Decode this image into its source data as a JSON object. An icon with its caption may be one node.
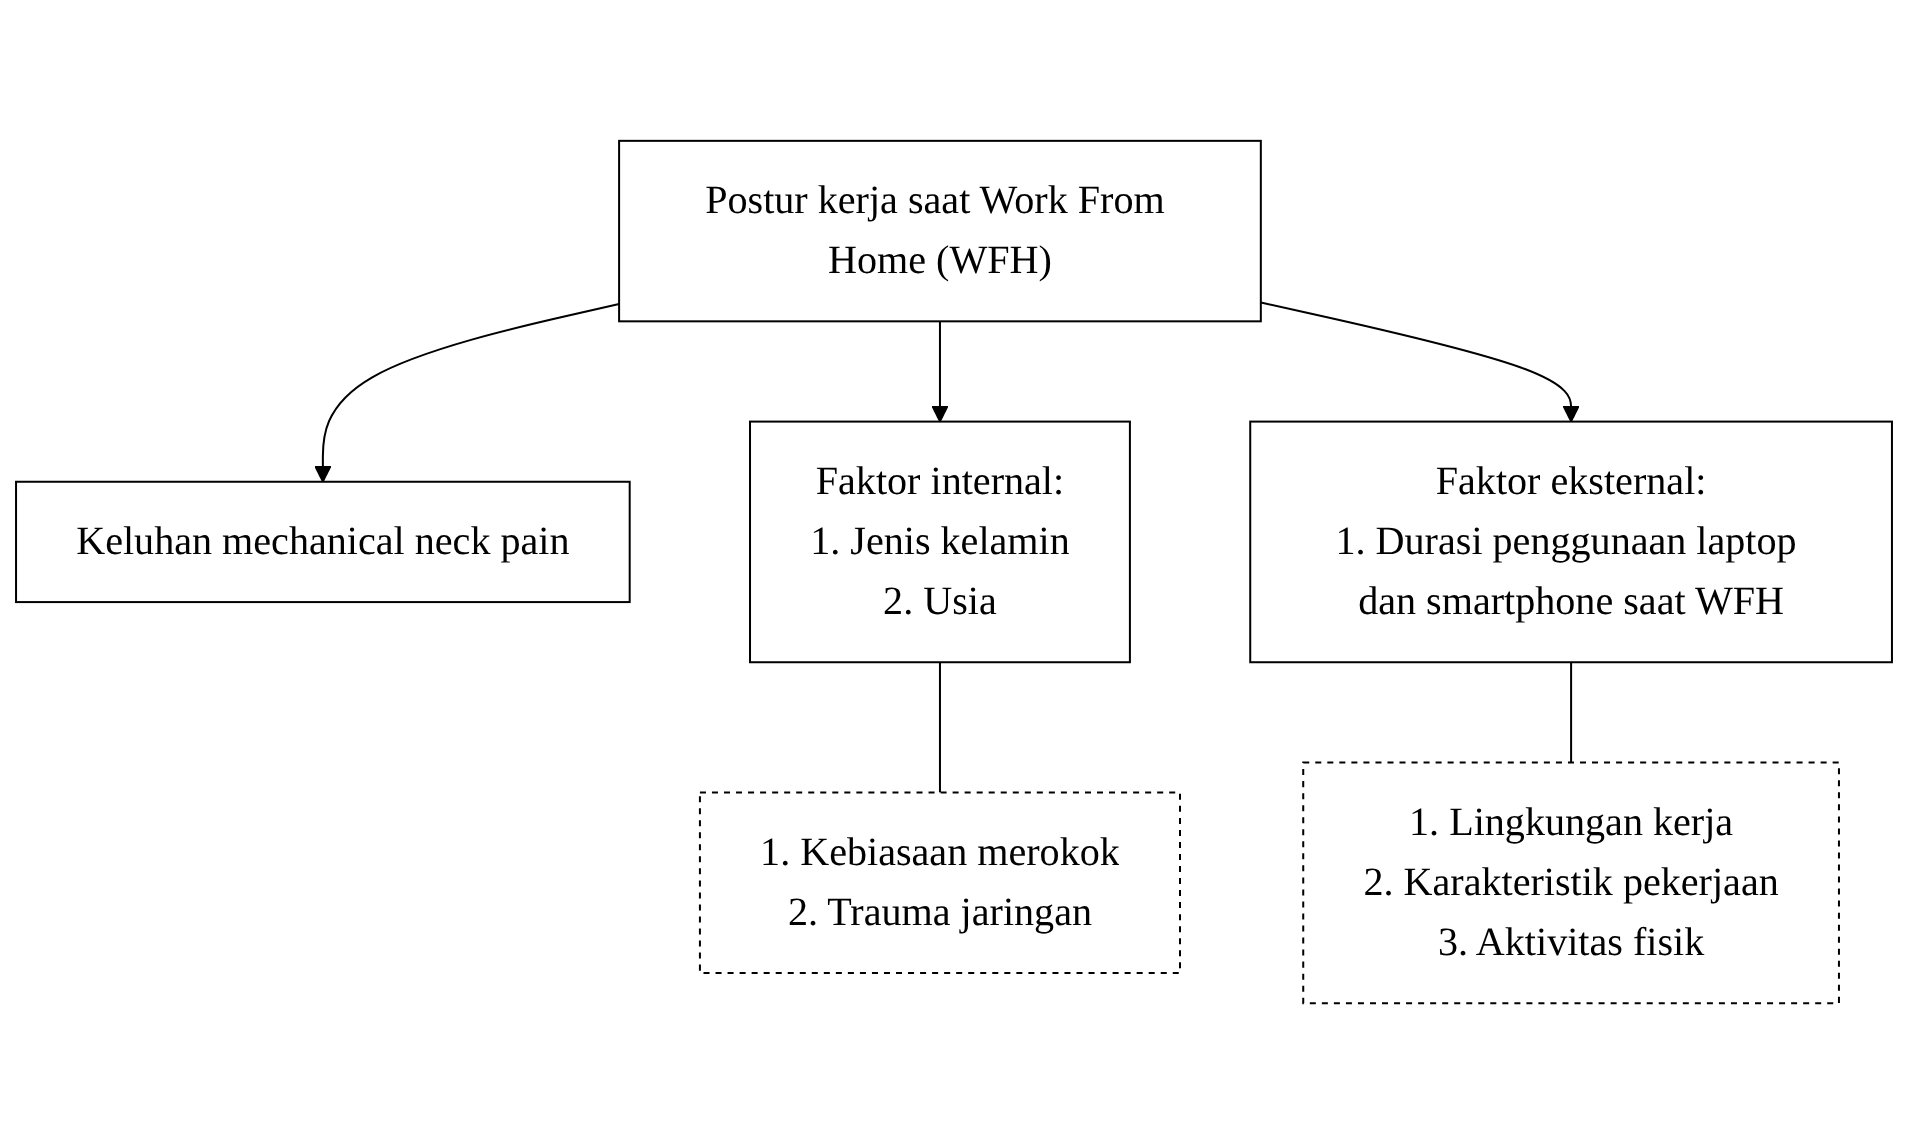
{
  "diagram": {
    "nodes": [
      {
        "text": [
          "Postur kerja saat Work From Home (WFH)"
        ]
      },
      {
        "text": [
          "Keluhan mechanical neck pain"
        ]
      },
      {
        "text": [
          "Faktor internal:",
          "1. Jenis kelamin",
          "2. Usia"
        ]
      },
      {
        "text": [
          "Faktor eksternal:",
          "1. Durasi penggunaan laptop dan smartphone saat WFH"
        ]
      },
      {
        "text": [
          "1. Kebiasaan merokok",
          "2. Trauma jaringan"
        ]
      },
      {
        "text": [
          "1. Lingkungan kerja",
          "2. Karakteristik pekerjaan",
          "3. Aktivitas fisik"
        ]
      }
    ],
    "edges": [
      {
        "from": 0,
        "to": 1,
        "arrow": "to"
      },
      {
        "from": 0,
        "to": 2,
        "arrow": "to"
      },
      {
        "from": 0,
        "to": 3,
        "arrow": "to"
      },
      {
        "from": 2,
        "to": 4,
        "arrow": "none"
      },
      {
        "from": 3,
        "to": 5,
        "arrow": "none"
      }
    ]
  }
}
